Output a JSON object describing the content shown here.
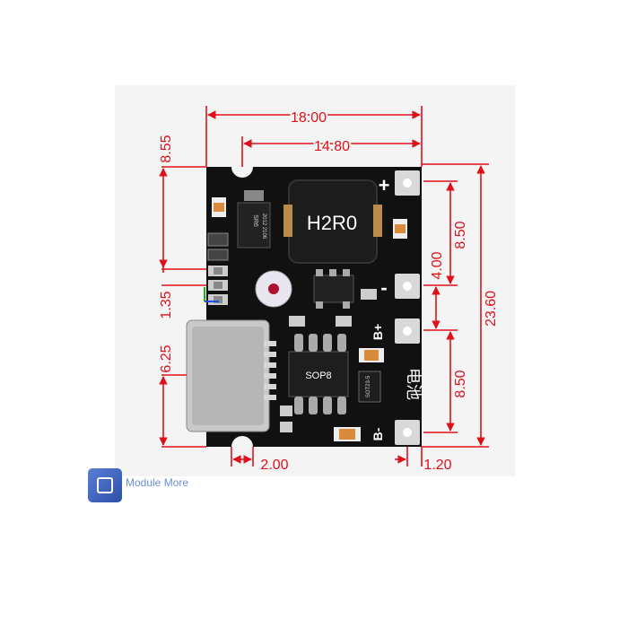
{
  "dimensions": {
    "width": "18.00",
    "inner_width": "14.80",
    "height": "23.60",
    "top_offset": "8.55",
    "led_gap": "1.35",
    "usb_offset": "6.25",
    "pad_upper": "8.50",
    "pad_mid": "4.00",
    "pad_lower": "8.50",
    "hole_width": "2.00",
    "pad_edge": "1.20"
  },
  "board": {
    "inductor_label": "H2R0",
    "ic_label": "SOP8",
    "small_ic_label": "SOT23-5",
    "chip_marking_1": "SR6",
    "chip_marking_2": "2012 2106",
    "battery_label": "电池",
    "pads": {
      "plus": "+",
      "minus": "-",
      "bat_plus": "B+",
      "bat_minus": "B-"
    }
  },
  "logo": {
    "text": "Module More"
  },
  "colors": {
    "dimension": "#e0101a",
    "board": "#111111",
    "pad": "#d9d9d9",
    "silk": "#ffffff",
    "component_orange": "#d98a3a",
    "background_panel": "#f4f4f4"
  }
}
